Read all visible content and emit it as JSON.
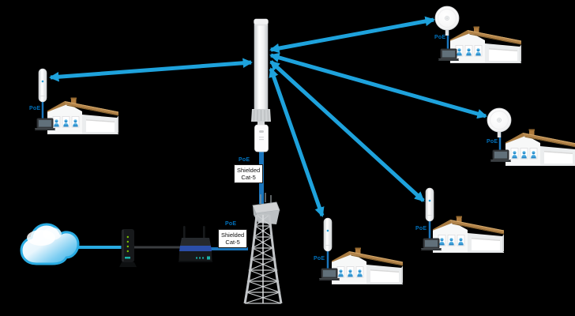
{
  "diagram": {
    "type": "wireless-isp-network-topology",
    "labels": {
      "poe": "PoE",
      "shielded_cat5_line1": "Shielded",
      "shielded_cat5_line2": "Cat-5"
    },
    "colors": {
      "background": "#000000",
      "wireless_link_blue": "#1ea2dc",
      "poe_cable_blue": "#1b75bb",
      "poe_text_blue": "#0071bc",
      "cloud_blue": "#29abe2",
      "roof_brown": "#b28349",
      "router_stripe_blue": "#2b4ea8",
      "modem_led_green": "#7ec800",
      "router_led_teal": "#19b2a8"
    },
    "nodes": {
      "internet": "internet-cloud",
      "modem": "cable-modem",
      "router": "wifi-router",
      "tower": "lattice-tower",
      "base_station": "omni-antenna",
      "base_radio": "poe-radio",
      "cpe": "cpe-antenna",
      "dish": "dish-antenna",
      "home": "subscriber-house",
      "client": "laptop"
    },
    "counts": {
      "wireless_links": 5,
      "subscriber_sites": 5,
      "poe_labels": 7,
      "shielded_cat5_labels": 2
    }
  }
}
